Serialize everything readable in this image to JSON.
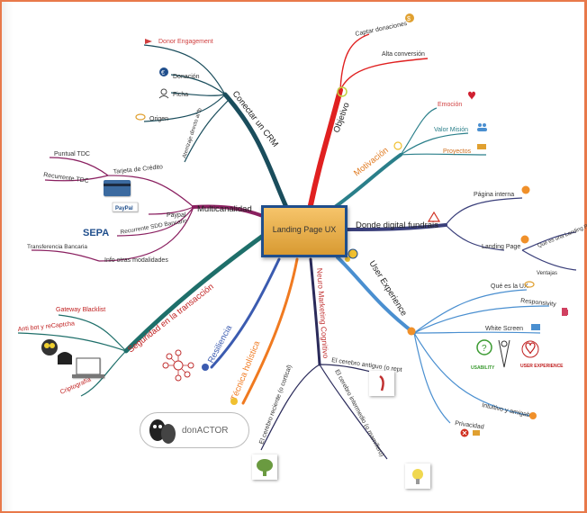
{
  "central_topic": "Landing Page UX",
  "branches": {
    "crm": {
      "label": "Conectar un CRM",
      "items": [
        "Donor Engagement",
        "Donación",
        "Ficha",
        "Origen",
        "Aterrizaje directo al fb"
      ]
    },
    "objetivo": {
      "label": "Objetivo",
      "items": [
        "Captar donaciones",
        "Alta conversión"
      ]
    },
    "motivacion": {
      "label": "Motivación",
      "items": [
        "Emoción",
        "Valor Misión",
        "Proyectos"
      ]
    },
    "multicanalidad": {
      "label": "Multicanalidad",
      "items": [
        "Puntual TDC",
        "Recurrente TDC",
        "Tarjeta de Crédito",
        "Paypal",
        "Recurrente SDD Bancario",
        "Transferencia Bancaria",
        "Info otras modalidades"
      ]
    },
    "fundraising": {
      "label": "Donde digital fundrais",
      "items": [
        "Página interna",
        "Landing Page",
        "Qué es una Landing P",
        "Ventajas"
      ]
    },
    "ux": {
      "label": "User Experience",
      "items": [
        "Qué es la UX",
        "Responsivity",
        "White Screen",
        "Intuitivo y amigable",
        "Privacidad"
      ],
      "usability_caption": "USABILITY",
      "experience_caption": "USER EXPERIENCE"
    },
    "seguridad": {
      "label": "Seguridad en la transacción",
      "items": [
        "Gateway Blacklist",
        "Anti bot y reCaptcha",
        "Criptografía"
      ]
    },
    "resiliencia": {
      "label": "Resiliencia"
    },
    "tecnica": {
      "label": "Técnica holística",
      "items": [
        "donACTOR"
      ]
    },
    "neuro": {
      "label": "Neuro Marketing Cognitivo",
      "items": [
        "El cerebro reciente (o cortical)",
        "El cerebro antiguo (o rept",
        "El cerebro intermedio (o mamífero)"
      ]
    }
  },
  "colors": {
    "frame": "#e8794a",
    "crm": "#1a4d5c",
    "objetivo": "#e02020",
    "motivacion": "#2a7f8a",
    "multicanalidad": "#8a2060",
    "fundraising": "#3a3f7a",
    "ux": "#4a8fd0",
    "seguridad": "#1e6f6a",
    "resiliencia": "#3b5bb0",
    "tecnica": "#f07a20",
    "neuro": "#2a2a5a",
    "central_border": "#1f4e8c",
    "central_fill": "#f0b553"
  },
  "icons": [
    "money-bag-icon",
    "heart-icon",
    "people-icon",
    "warning-icon",
    "smiley-icon",
    "euro-icon",
    "person-icon",
    "eye-icon",
    "credit-card-icon",
    "paypal-icon",
    "sepa-icon",
    "hacker-icon",
    "laptop-icon",
    "network-icon",
    "theater-masks-icon",
    "brain-icon",
    "lightbulb-icon",
    "close-icon"
  ]
}
